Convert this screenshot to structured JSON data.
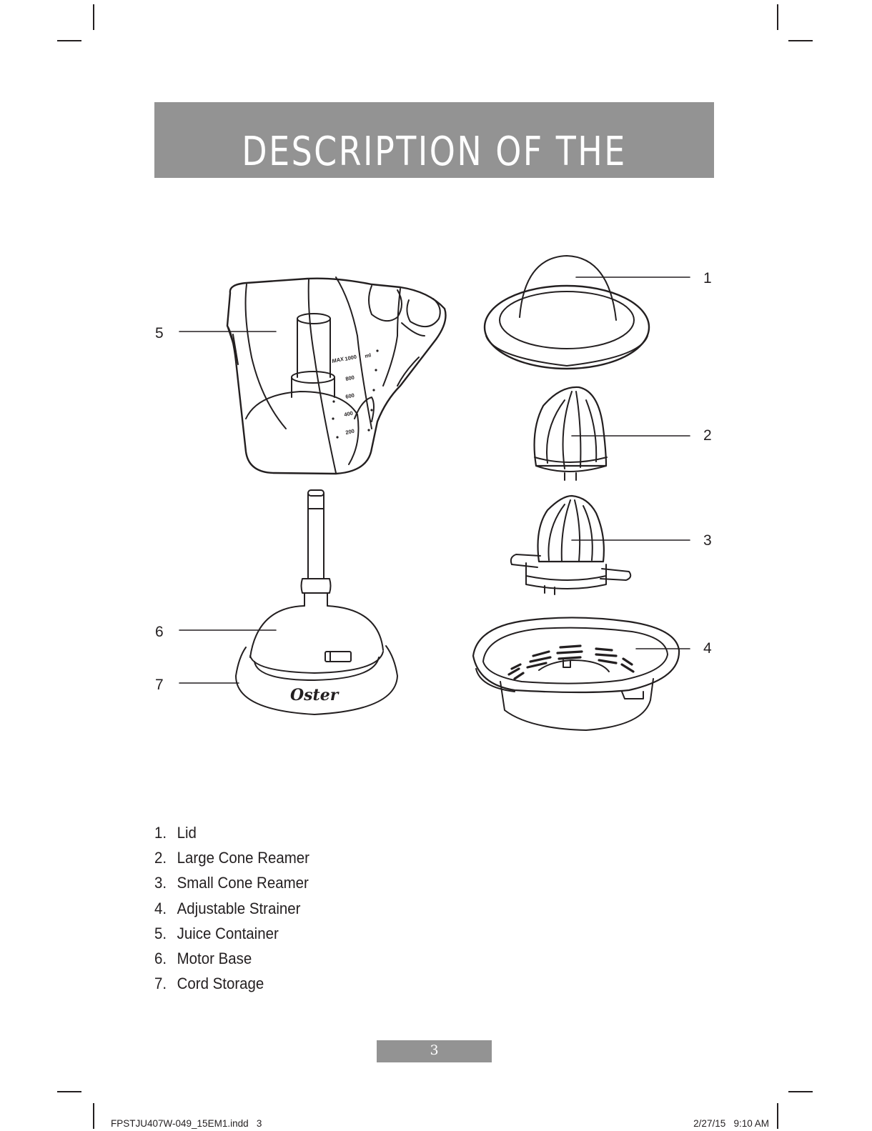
{
  "page": {
    "title": "DESCRIPTION OF THE APPLIANCE",
    "page_number": "3"
  },
  "diagram": {
    "callouts": [
      "1",
      "2",
      "3",
      "4",
      "5",
      "6",
      "7"
    ],
    "brand_logo": "Oster",
    "jug_markings": {
      "max_label": "MAX",
      "unit": "ml",
      "levels": [
        "1000",
        "800",
        "600",
        "400",
        "200"
      ]
    }
  },
  "parts": [
    {
      "number": "1.",
      "name": "Lid"
    },
    {
      "number": "2.",
      "name": "Large Cone Reamer"
    },
    {
      "number": "3.",
      "name": "Small Cone Reamer"
    },
    {
      "number": "4.",
      "name": "Adjustable Strainer"
    },
    {
      "number": "5.",
      "name": "Juice Container"
    },
    {
      "number": "6.",
      "name": "Motor Base"
    },
    {
      "number": "7.",
      "name": "Cord Storage"
    }
  ],
  "footer": {
    "file_slug": "FPSTJU407W-049_15EM1.indd   3",
    "date_slug": "2/27/15   9:10 AM"
  }
}
